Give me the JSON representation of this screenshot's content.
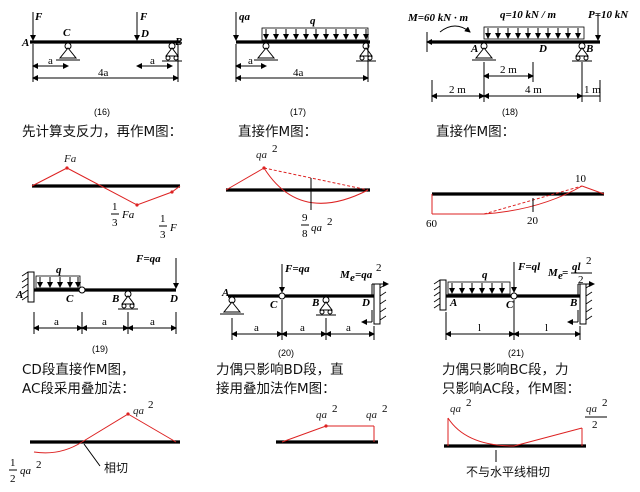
{
  "labels": {
    "A": "A",
    "B": "B",
    "C": "C",
    "D": "D",
    "F": "F",
    "q": "q",
    "qa": "qa",
    "a": "a",
    "four_a": "4a",
    "l": "l",
    "Fa": "Fa",
    "one": "1",
    "three": "3",
    "nine": "9",
    "eight": "8",
    "two": "2",
    "qa2": "qa",
    "sup2": "2",
    "half_qa2_coef": "1",
    "half_qa2_den": "2",
    "ql2": "ql",
    "F_eq_qa": "F=qa",
    "F_eq_ql": "F=ql",
    "Me_eq_qa2": "M",
    "Me_sub": "e",
    "Me_rhs": "=qa",
    "Me_rhs2": "=",
    "ex18_M": "M=60 kN · m",
    "ex18_q": "q=10 kN / m",
    "ex18_P": "P=10 kN",
    "ex18_2m_a": "2 m",
    "ex18_2m_b": "2 m",
    "ex18_4m": "4 m",
    "ex18_1m": "1 m",
    "val_10": "10",
    "val_20": "20",
    "val_60": "60"
  },
  "numbers": {
    "n16": "(16)",
    "n17": "(17)",
    "n18": "(18)",
    "n19": "(19)",
    "n20": "(20)",
    "n21": "(21)"
  },
  "captions": {
    "c16": "先计算支反力，再作M图：",
    "c17": "直接作M图：",
    "c18": "直接作M图：",
    "c19_l1": "CD段直接作M图，",
    "c19_l2": "AC段采用叠加法：",
    "c20_l1": "力偶只影响BD段，直",
    "c20_l2": "接用叠加法作M图：",
    "c21_l1": "力偶只影响BC段，力",
    "c21_l2": "只影响AC段，作M图：",
    "note19": "相切",
    "note21": "不与水平线相切"
  },
  "colors": {
    "moment_line": "#d22",
    "beam": "#000000"
  }
}
